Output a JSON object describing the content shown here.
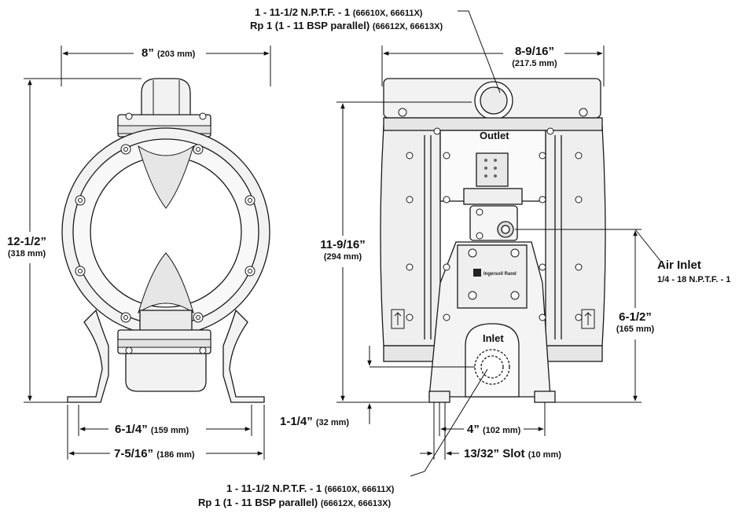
{
  "top_callout": {
    "line1_main": "1 - 11-1/2 N.P.T.F. - 1",
    "line1_models": "(66610X, 66611X)",
    "line2_main": "Rp 1 (1 - 11 BSP parallel)",
    "line2_models": "(66612X, 66613X)"
  },
  "bottom_callout": {
    "line1_main": "1 - 11-1/2 N.P.T.F. - 1",
    "line1_models": "(66610X, 66611X)",
    "line2_main": "Rp 1 (1 - 11 BSP parallel)",
    "line2_models": "(66612X, 66613X)"
  },
  "front_view": {
    "width": {
      "value": "8”",
      "metric": "(203 mm)"
    },
    "height": {
      "value": "12-1/2”",
      "metric": "(318 mm)"
    },
    "foot_span": {
      "value": "6-1/4”",
      "metric": "(159 mm)"
    },
    "base_width": {
      "value": "7-5/16”",
      "metric": "(186 mm)"
    }
  },
  "side_view": {
    "width": {
      "value": "8-9/16”",
      "metric": "(217.5 mm)"
    },
    "height": {
      "value": "11-9/16”",
      "metric": "(294 mm)"
    },
    "air_inlet_height": {
      "value": "6-1/2”",
      "metric": "(165 mm)"
    },
    "inlet_height": {
      "value": "1-1/4”",
      "metric": "(32 mm)"
    },
    "foot_span": {
      "value": "4”",
      "metric": "(102 mm)"
    },
    "slot": {
      "value": "13/32” Slot",
      "metric": "(10 mm)"
    },
    "outlet_label": "Outlet",
    "inlet_label": "Inlet",
    "air_inlet_label": "Air Inlet",
    "air_inlet_spec": "1/4 - 18 N.P.T.F. - 1",
    "brand_label": "Ingersoll Rand"
  },
  "colors": {
    "line": "#1a1a1a",
    "body_fill": "#f2f2f2",
    "shade": "#cfcfcf"
  }
}
